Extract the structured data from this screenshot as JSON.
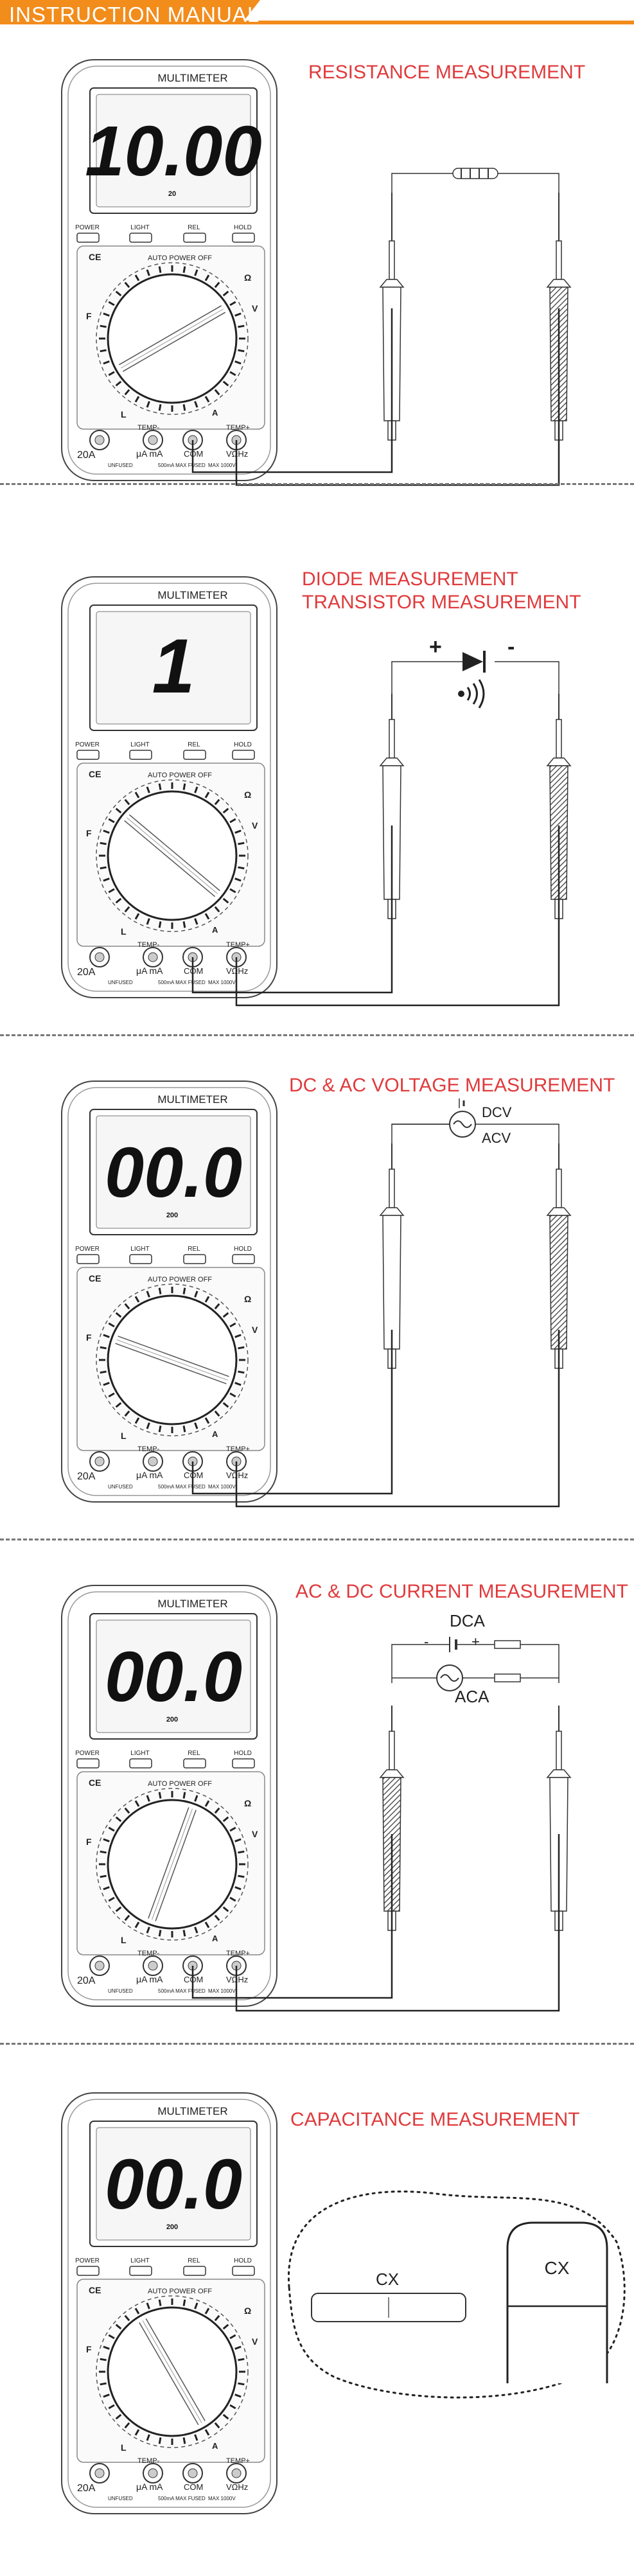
{
  "header": {
    "title": "INSTRUCTION MANUAL",
    "accent_color": "#f28c1b"
  },
  "meter": {
    "label": "MULTIMETER",
    "buttons": [
      "POWER",
      "LIGHT",
      "REL",
      "HOLD"
    ],
    "auto_power_off": "AUTO POWER OFF",
    "jacks": {
      "a20": "20A",
      "uama": "μA mA",
      "com": "COM",
      "vohz": "VΩHz",
      "temp_minus": "TEMP-",
      "temp_plus": "TEMP+"
    },
    "fuse_note_1": "UNFUSED",
    "fuse_note_2": "500mA MAX FUSED",
    "range_text": "MAX 1000V"
  },
  "sections": [
    {
      "title_lines": [
        "RESISTANCE MEASUREMENT"
      ],
      "display": "10.00",
      "display_sub": "20",
      "dial_angle": -30
    },
    {
      "title_lines": [
        "DIODE MEASUREMENT",
        "TRANSISTOR MEASUREMENT"
      ],
      "display": "1",
      "display_sub": "",
      "dial_angle": 40
    },
    {
      "title_lines": [
        "DC & AC VOLTAGE MEASUREMENT"
      ],
      "display": "00.0",
      "display_sub": "200",
      "dial_angle": 20
    },
    {
      "title_lines": [
        "AC & DC CURRENT MEASUREMENT"
      ],
      "display": "00.0",
      "display_sub": "200",
      "dial_angle": -70
    },
    {
      "title_lines": [
        "CAPACITANCE MEASUREMENT"
      ],
      "display": "00.0",
      "display_sub": "200",
      "dial_angle": 60
    }
  ],
  "diagrams": {
    "diode": {
      "plus": "+",
      "minus": "-"
    },
    "voltage": {
      "dcv": "DCV",
      "acv": "ACV"
    },
    "current": {
      "dca": "DCA",
      "aca": "ACA",
      "minus": "-",
      "plus": "+"
    },
    "capacitance": {
      "cx_flat": "CX",
      "cx_box": "CX"
    }
  }
}
